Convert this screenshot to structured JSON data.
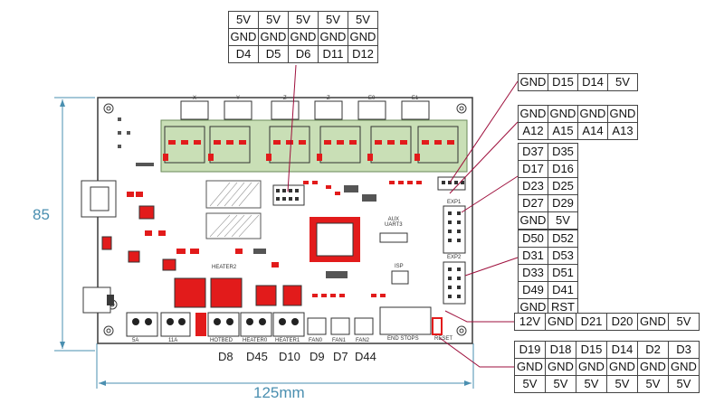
{
  "dimensions": {
    "height": "85",
    "width": "125mm"
  },
  "top_header": {
    "rows": [
      [
        "5V",
        "5V",
        "5V",
        "5V",
        "5V"
      ],
      [
        "GND",
        "GND",
        "GND",
        "GND",
        "GND"
      ],
      [
        "D4",
        "D5",
        "D6",
        "D11",
        "D12"
      ]
    ]
  },
  "aux_right": [
    {
      "id": "i2c",
      "rows": [
        [
          "GND",
          "D15",
          "D14",
          "5V"
        ]
      ]
    },
    {
      "id": "analog",
      "rows": [
        [
          "GND",
          "GND",
          "GND",
          "GND"
        ],
        [
          "A12",
          "A15",
          "A14",
          "A13"
        ]
      ]
    },
    {
      "id": "aux_a",
      "rows": [
        [
          "D37",
          "D35"
        ],
        [
          "D17",
          "D16"
        ],
        [
          "D23",
          "D25"
        ],
        [
          "D27",
          "D29"
        ],
        [
          "GND",
          "5V"
        ]
      ]
    },
    {
      "id": "aux_b",
      "rows": [
        [
          "D50",
          "D52"
        ],
        [
          "D31",
          "D53"
        ],
        [
          "D33",
          "D51"
        ],
        [
          "D49",
          "D41"
        ],
        [
          "GND",
          "RST"
        ]
      ]
    },
    {
      "id": "power_row",
      "rows": [
        [
          "12V",
          "GND",
          "D21",
          "D20",
          "GND",
          "5V"
        ]
      ]
    },
    {
      "id": "endstops",
      "rows": [
        [
          "D19",
          "D18",
          "D15",
          "D14",
          "D2",
          "D3"
        ],
        [
          "GND",
          "GND",
          "GND",
          "GND",
          "GND",
          "GND"
        ],
        [
          "5V",
          "5V",
          "5V",
          "5V",
          "5V",
          "5V"
        ]
      ]
    }
  ],
  "bottom_pins": [
    "D8",
    "D45",
    "D10",
    "D9",
    "D7",
    "D44"
  ],
  "board_labels": {
    "axes": [
      "X",
      "Y",
      "Z",
      "Z",
      "E0",
      "E1"
    ],
    "aux_uart": "AUX\nUART3",
    "isp": "ISP",
    "exp2": "EXP2",
    "exp1": "EXP1",
    "reset": "RESET",
    "endstops": "END STOPS",
    "terminals": [
      "5A",
      "11A",
      "HOTBED",
      "HEATER0",
      "HEATER1",
      "HEATER2",
      "FAN0",
      "FAN1",
      "FAN2"
    ]
  },
  "colors": {
    "board_line": "#3a3a3a",
    "red": "#e21b1b",
    "green": "#c9dfb6",
    "pointer": "#9e0f3c",
    "dim": "#4a8fb0"
  }
}
